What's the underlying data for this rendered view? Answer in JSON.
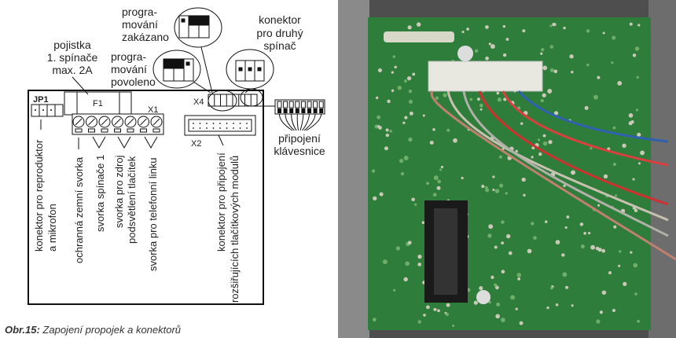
{
  "diagram": {
    "labels": {
      "prog_disabled": [
        "progra-",
        "mování",
        "zakázano"
      ],
      "fuse": [
        "pojistka",
        "1. spínače",
        "max. 2A"
      ],
      "prog_enabled": [
        "progra-",
        "mování",
        "povoleno"
      ],
      "second_switch": [
        "konektor",
        "pro druhý",
        "spínač"
      ],
      "keyboard": [
        "připojení",
        "klávesnice"
      ],
      "speaker": [
        "konektor pro reproduktor",
        "a mikrofon"
      ],
      "ground": "ochranná zemní svorka",
      "switch1": "svorka spínače 1",
      "backlight": [
        "svorka pro zdroj",
        "podsvětlení tlačítek"
      ],
      "phone_line": "svorka pro telefonní linku",
      "modules": [
        "konektor pro připojení",
        "rozšiřujících tlačítkových modulů"
      ]
    },
    "components": {
      "jp1": "JP1",
      "f1": "F1",
      "x1": "X1",
      "x2": "X2",
      "x4": "X4"
    },
    "caption": {
      "prefix": "Obr.15:",
      "text": "Zapojení propojek a konektorů"
    }
  },
  "colors": {
    "board_green": "#2f7d3a",
    "frame_gray": "#5a5a5a"
  }
}
